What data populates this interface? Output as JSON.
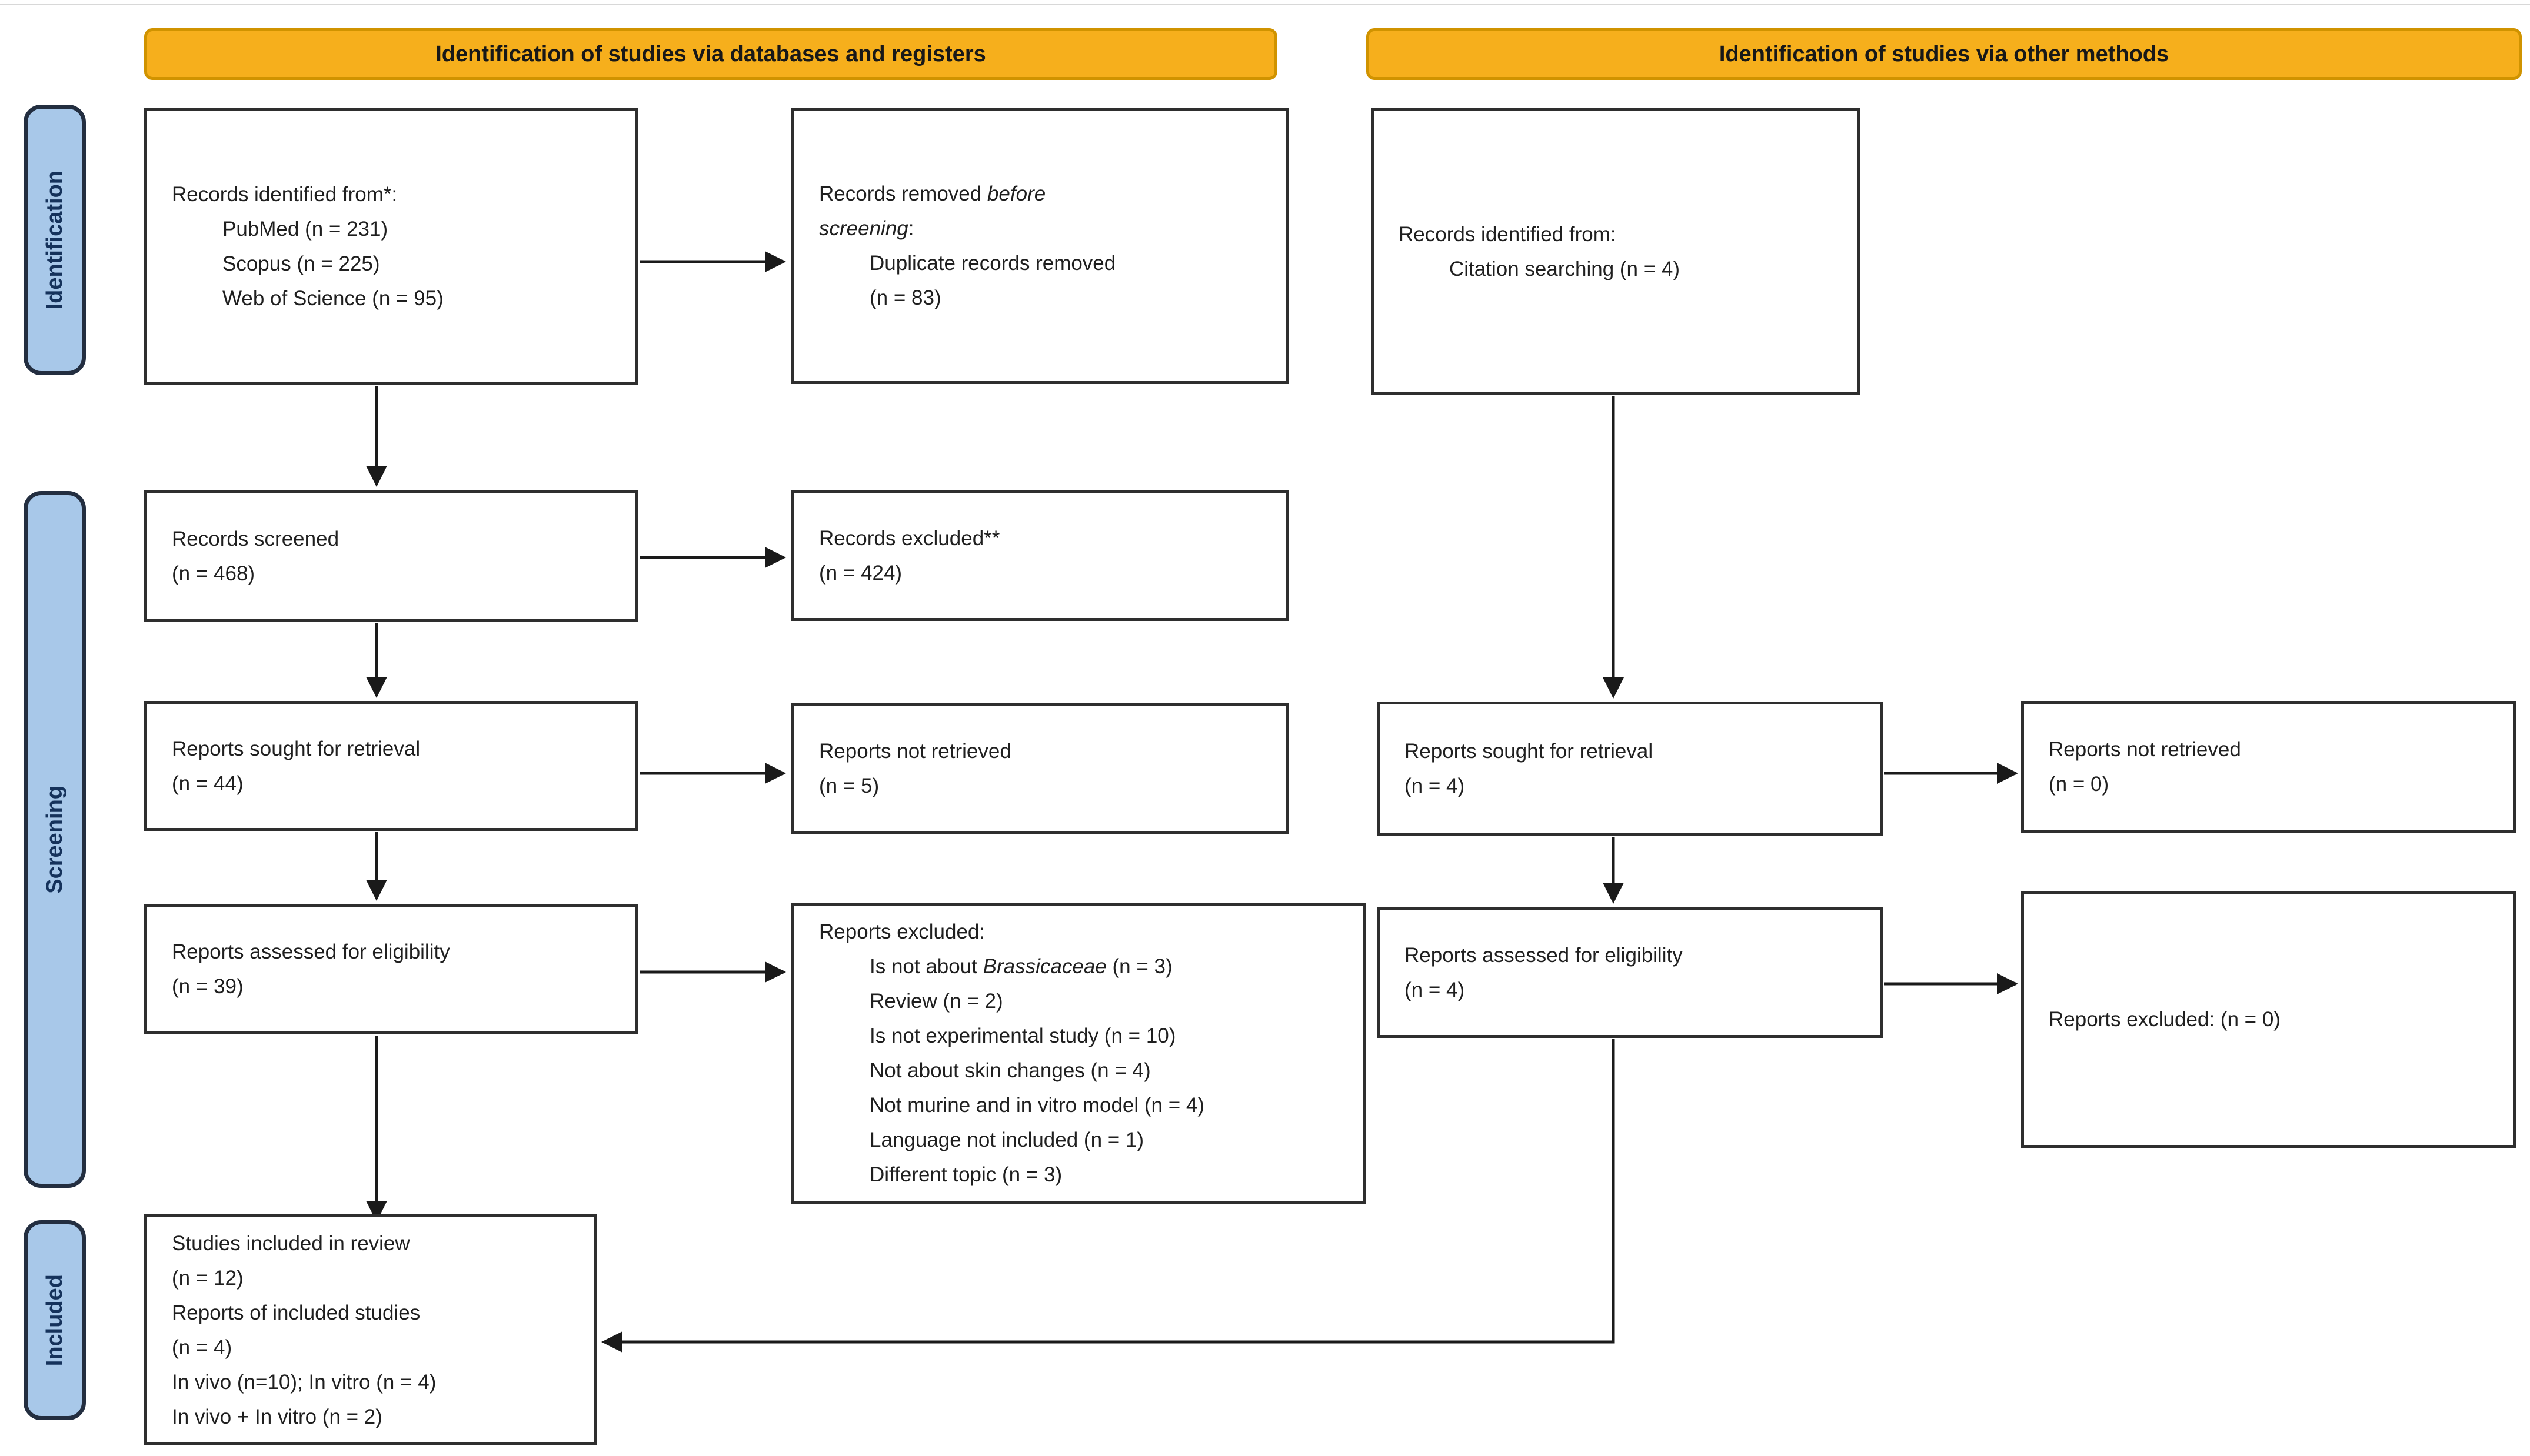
{
  "banners": {
    "left": "Identification of studies via databases and registers",
    "right": "Identification of studies via other methods"
  },
  "stage_labels": {
    "identification": "Identification",
    "screening": "Screening",
    "included": "Included"
  },
  "colors": {
    "banner_fill": "#F6AF1C",
    "banner_border": "#D09300",
    "stage_fill": "#A8C8E9",
    "stage_border": "#232E40",
    "stage_text": "#15325B",
    "box_border": "#2E2E2E",
    "arrow": "#1a1a1a"
  },
  "boxes": {
    "db_identified": {
      "title": "Records identified from*:",
      "items": [
        "PubMed (n = 231)",
        "Scopus (n = 225)",
        "Web of Science (n = 95)"
      ]
    },
    "removed": {
      "pre": "Records removed ",
      "italic1": "before",
      "italic2": "screening",
      "colon": ":",
      "items": [
        "Duplicate records removed",
        "(n = 83)"
      ]
    },
    "citation": {
      "title": "Records identified from:",
      "items": [
        "Citation searching (n = 4)"
      ]
    },
    "screened": {
      "line1": "Records screened",
      "line2": "(n = 468)"
    },
    "records_excluded": {
      "line1": "Records excluded**",
      "line2": "(n = 424)"
    },
    "sought_left": {
      "line1": "Reports sought for retrieval",
      "line2": "(n = 44)"
    },
    "not_retrieved_left": {
      "line1": "Reports not retrieved",
      "line2": "(n = 5)"
    },
    "sought_right": {
      "line1": "Reports sought for retrieval",
      "line2": "(n = 4)"
    },
    "not_retrieved_right": {
      "line1": "Reports not retrieved",
      "line2": "(n = 0)"
    },
    "assessed_left": {
      "line1": "Reports assessed for eligibility",
      "line2": "(n = 39)"
    },
    "reports_excluded_left": {
      "title": "Reports excluded:",
      "reason1_pre": "Is not about ",
      "reason1_italic": "Brassicaceae",
      "reason1_post": " (n = 3)",
      "reasons": [
        "Review (n = 2)",
        "Is not experimental study (n = 10)",
        "Not about skin changes (n = 4)",
        "Not murine and in vitro model (n = 4)",
        "Language not included (n = 1)",
        "Different topic (n = 3)"
      ]
    },
    "assessed_right": {
      "line1": "Reports assessed for eligibility",
      "line2": "(n = 4)"
    },
    "reports_excluded_right": {
      "line1": "Reports excluded: (n = 0)"
    },
    "included": {
      "lines": [
        "Studies included in review",
        "(n = 12)",
        "Reports of included studies",
        "(n = 4)",
        "In vivo (n=10); In vitro (n = 4)",
        "In vivo + In vitro (n = 2)"
      ]
    }
  }
}
